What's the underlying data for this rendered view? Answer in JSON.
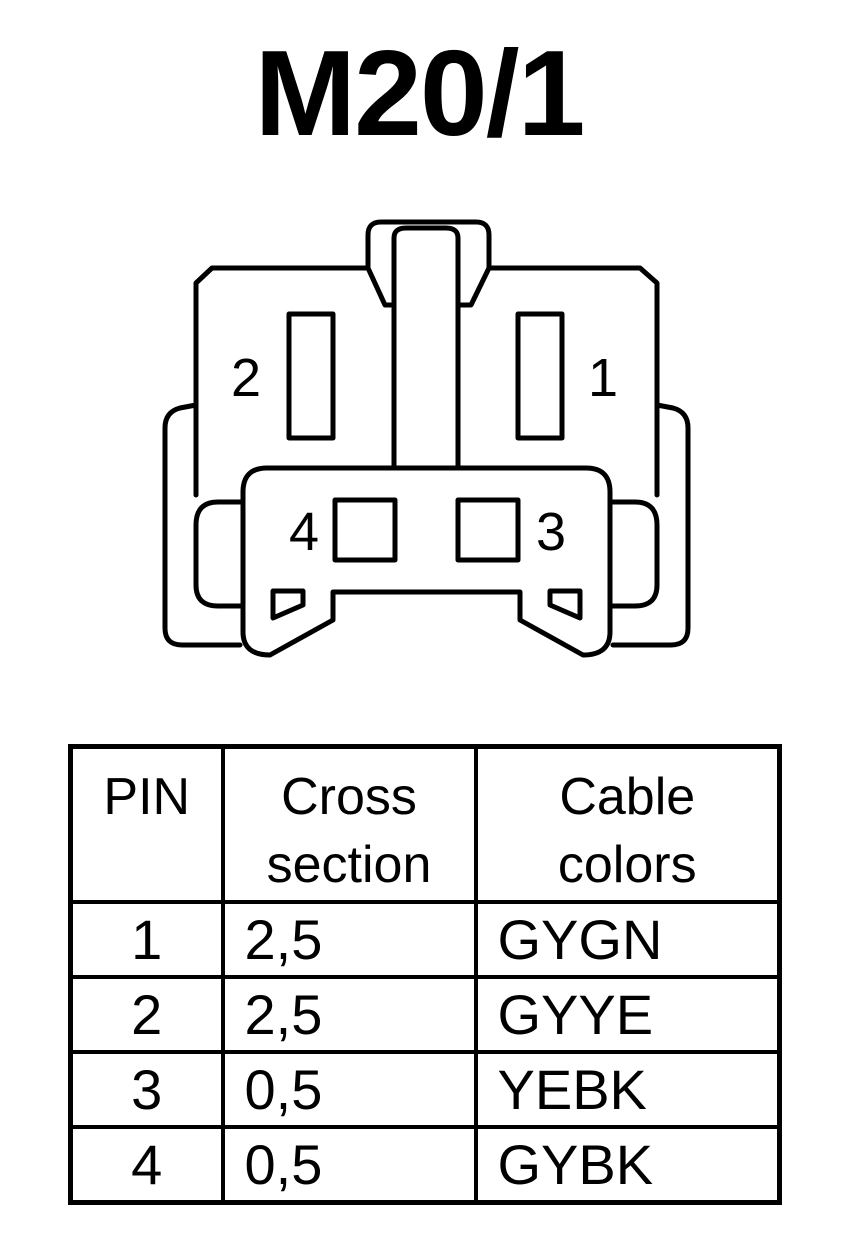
{
  "title": "M20/1",
  "connector": {
    "pin_labels": [
      "1",
      "2",
      "3",
      "4"
    ]
  },
  "table": {
    "headers": {
      "pin": "PIN",
      "cross_section": [
        "Cross",
        "section"
      ],
      "cable_colors": [
        "Cable",
        "colors"
      ]
    },
    "rows": [
      {
        "pin": "1",
        "cross_section": "2,5",
        "cable_color": "GYGN"
      },
      {
        "pin": "2",
        "cross_section": "2,5",
        "cable_color": "GYYE"
      },
      {
        "pin": "3",
        "cross_section": "0,5",
        "cable_color": "YEBK"
      },
      {
        "pin": "4",
        "cross_section": "0,5",
        "cable_color": "GYBK"
      }
    ]
  }
}
